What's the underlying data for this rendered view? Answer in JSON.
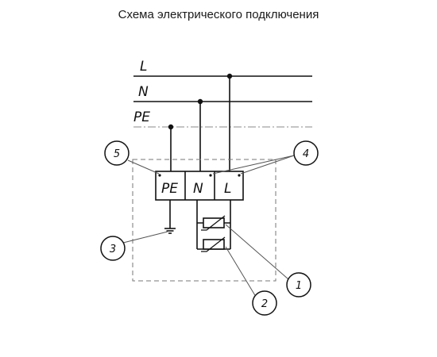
{
  "title": "Схема электрического подключения",
  "bus_labels": {
    "l": "L",
    "n": "N",
    "pe": "PE"
  },
  "terminal_labels": {
    "pe": "PE",
    "n": "N",
    "l": "L"
  },
  "callouts": {
    "c1": "1",
    "c2": "2",
    "c3": "3",
    "c4": "4",
    "c5": "5"
  }
}
